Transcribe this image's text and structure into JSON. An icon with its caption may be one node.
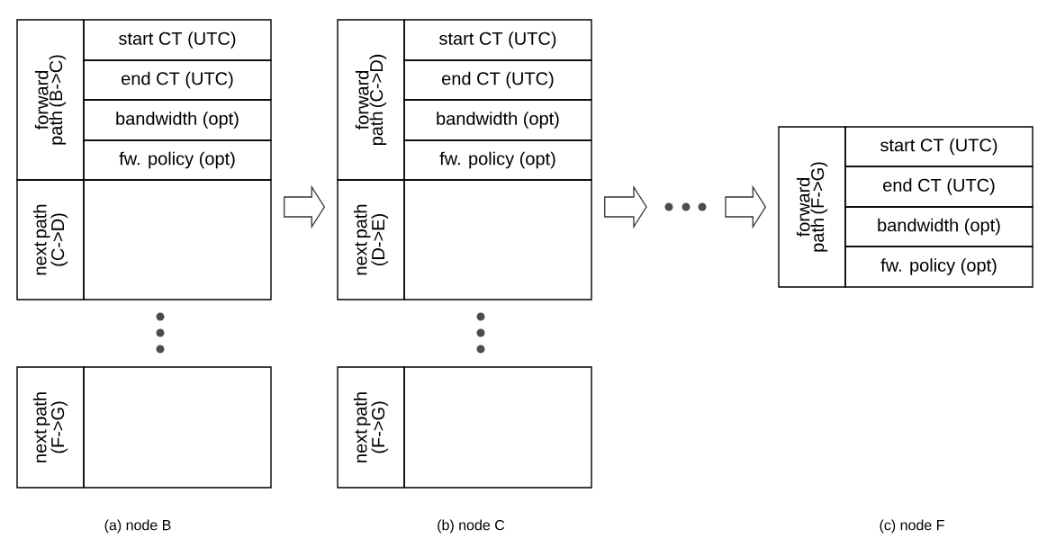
{
  "diagram": {
    "nodes": [
      {
        "text": [
          "forward path (B->C)"
        ]
      },
      {
        "text": [
          "start CT (UTC)"
        ]
      },
      {
        "text": [
          "end CT (UTC)"
        ]
      },
      {
        "text": [
          "bandwidth (opt)"
        ]
      },
      {
        "text": [
          "fw. policy (opt)"
        ]
      },
      {
        "text": [
          "next path (C->D)"
        ]
      },
      {
        "text": [],
        "shape": "box"
      },
      {
        "text": [
          "next path (F->G)"
        ]
      },
      {
        "text": [],
        "shape": "box"
      },
      {
        "text": [
          "forward path (C->D)"
        ]
      },
      {
        "text": [
          "start CT (UTC)"
        ]
      },
      {
        "text": [
          "end CT (UTC)"
        ]
      },
      {
        "text": [
          "bandwidth (opt)"
        ]
      },
      {
        "text": [
          "fw. policy (opt)"
        ]
      },
      {
        "text": [
          "next path (D->E)"
        ]
      },
      {
        "text": [],
        "shape": "box"
      },
      {
        "text": [
          "next path (F->G)"
        ]
      },
      {
        "text": [],
        "shape": "box"
      },
      {
        "text": [
          "forward path (F->G)"
        ]
      },
      {
        "text": [
          "start CT (UTC)"
        ]
      },
      {
        "text": [
          "end CT (UTC)"
        ]
      },
      {
        "text": [
          "bandwidth (opt)"
        ]
      },
      {
        "text": [
          "fw. policy (opt)"
        ]
      }
    ],
    "edges": [
      {
        "from": 6,
        "to": 14,
        "arrow": "to"
      },
      {
        "from": 15,
        "to": null,
        "arrow": "to"
      },
      {
        "from": null,
        "to": 18,
        "arrow": "to"
      }
    ],
    "labels": [
      "(a) node B",
      "(b) node C",
      "(c) node F"
    ]
  }
}
